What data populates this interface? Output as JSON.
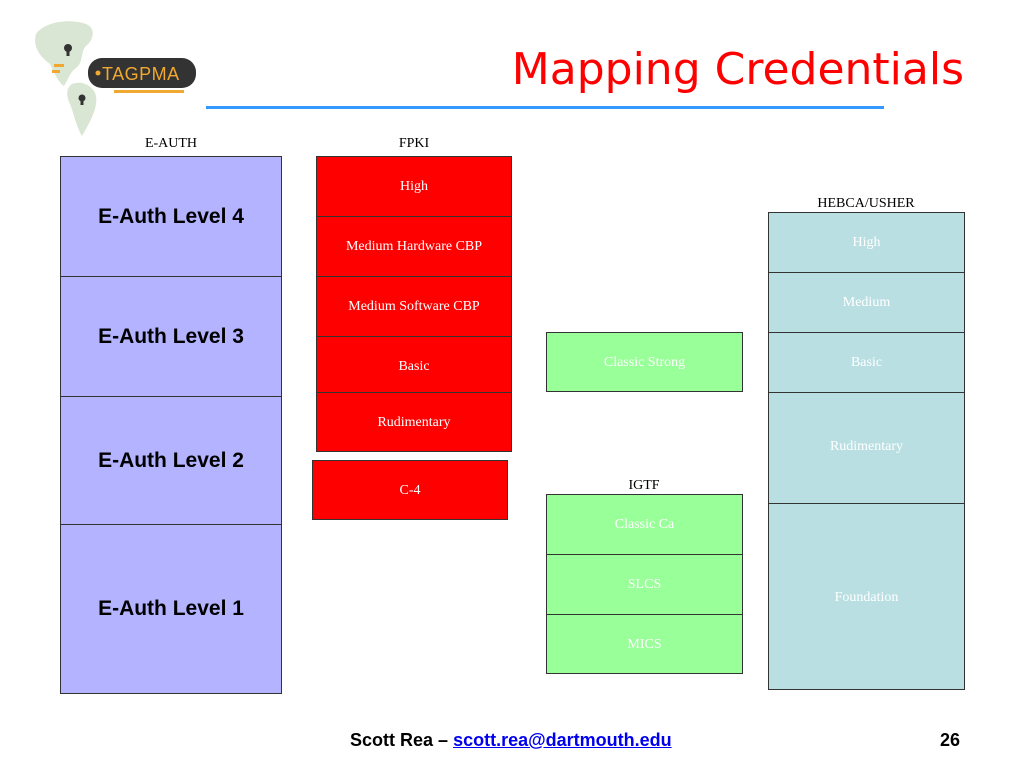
{
  "slide": {
    "title": "Mapping Credentials",
    "logo_text": "TAGPMA"
  },
  "columns": {
    "eauth": {
      "header": "E-AUTH",
      "levels": [
        "E-Auth Level 4",
        "E-Auth Level 3",
        "E-Auth Level 2",
        "E-Auth Level 1"
      ]
    },
    "fpki": {
      "header": "FPKI",
      "levels": [
        "High",
        "Medium Hardware CBP",
        "Medium Software CBP",
        "Basic",
        "Rudimentary"
      ],
      "extra": "C-4"
    },
    "classic_strong": "Classic Strong",
    "igtf": {
      "header": "IGTF",
      "levels": [
        "Classic Ca",
        "SLCS",
        "MICS"
      ]
    },
    "hebca": {
      "header": "HEBCA/USHER",
      "levels": [
        "High",
        "Medium",
        "Basic",
        "Rudimentary",
        "Foundation"
      ]
    }
  },
  "footer": {
    "author": "Scott Rea –",
    "email": "scott.rea@dartmouth.edu",
    "page": "26"
  },
  "colors": {
    "title": "#ff0000",
    "rule": "#3399ff",
    "eauth_fill": "#b3b3ff",
    "fpki_fill": "#ff0000",
    "igtf_fill": "#99ff99",
    "hebca_fill": "#b9dfe3"
  }
}
